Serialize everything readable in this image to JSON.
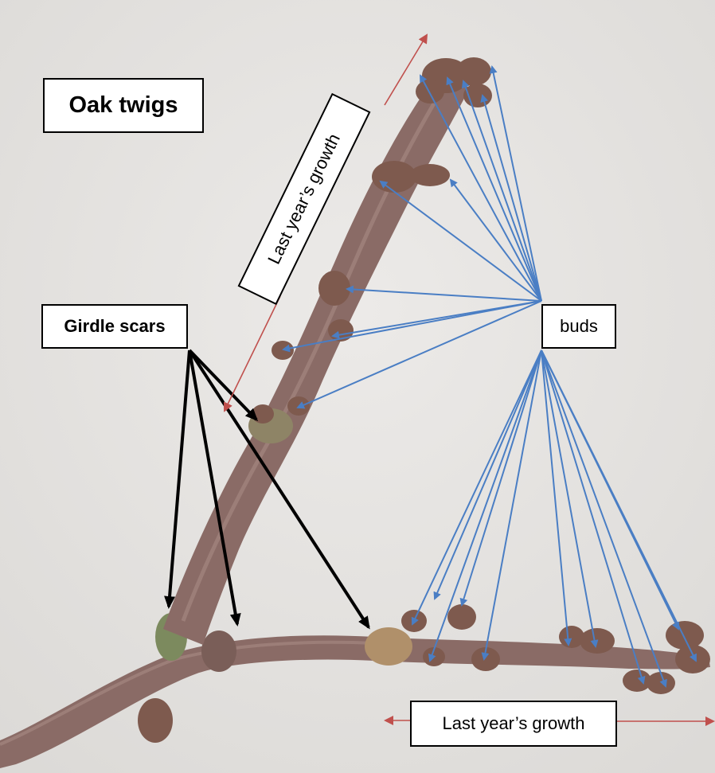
{
  "title": "Oak twigs",
  "labels": {
    "girdle_scars": "Girdle scars",
    "buds": "buds",
    "growth_top": "Last year’s growth",
    "growth_bottom": "Last year’s growth"
  },
  "colors": {
    "background": "#e6e6e4",
    "bud_arrow": "#4a7ec4",
    "girdle_arrow": "#000000",
    "growth_arrow": "#c0504d",
    "bark": "#8a6b66",
    "bud": "#7e5a4e"
  }
}
